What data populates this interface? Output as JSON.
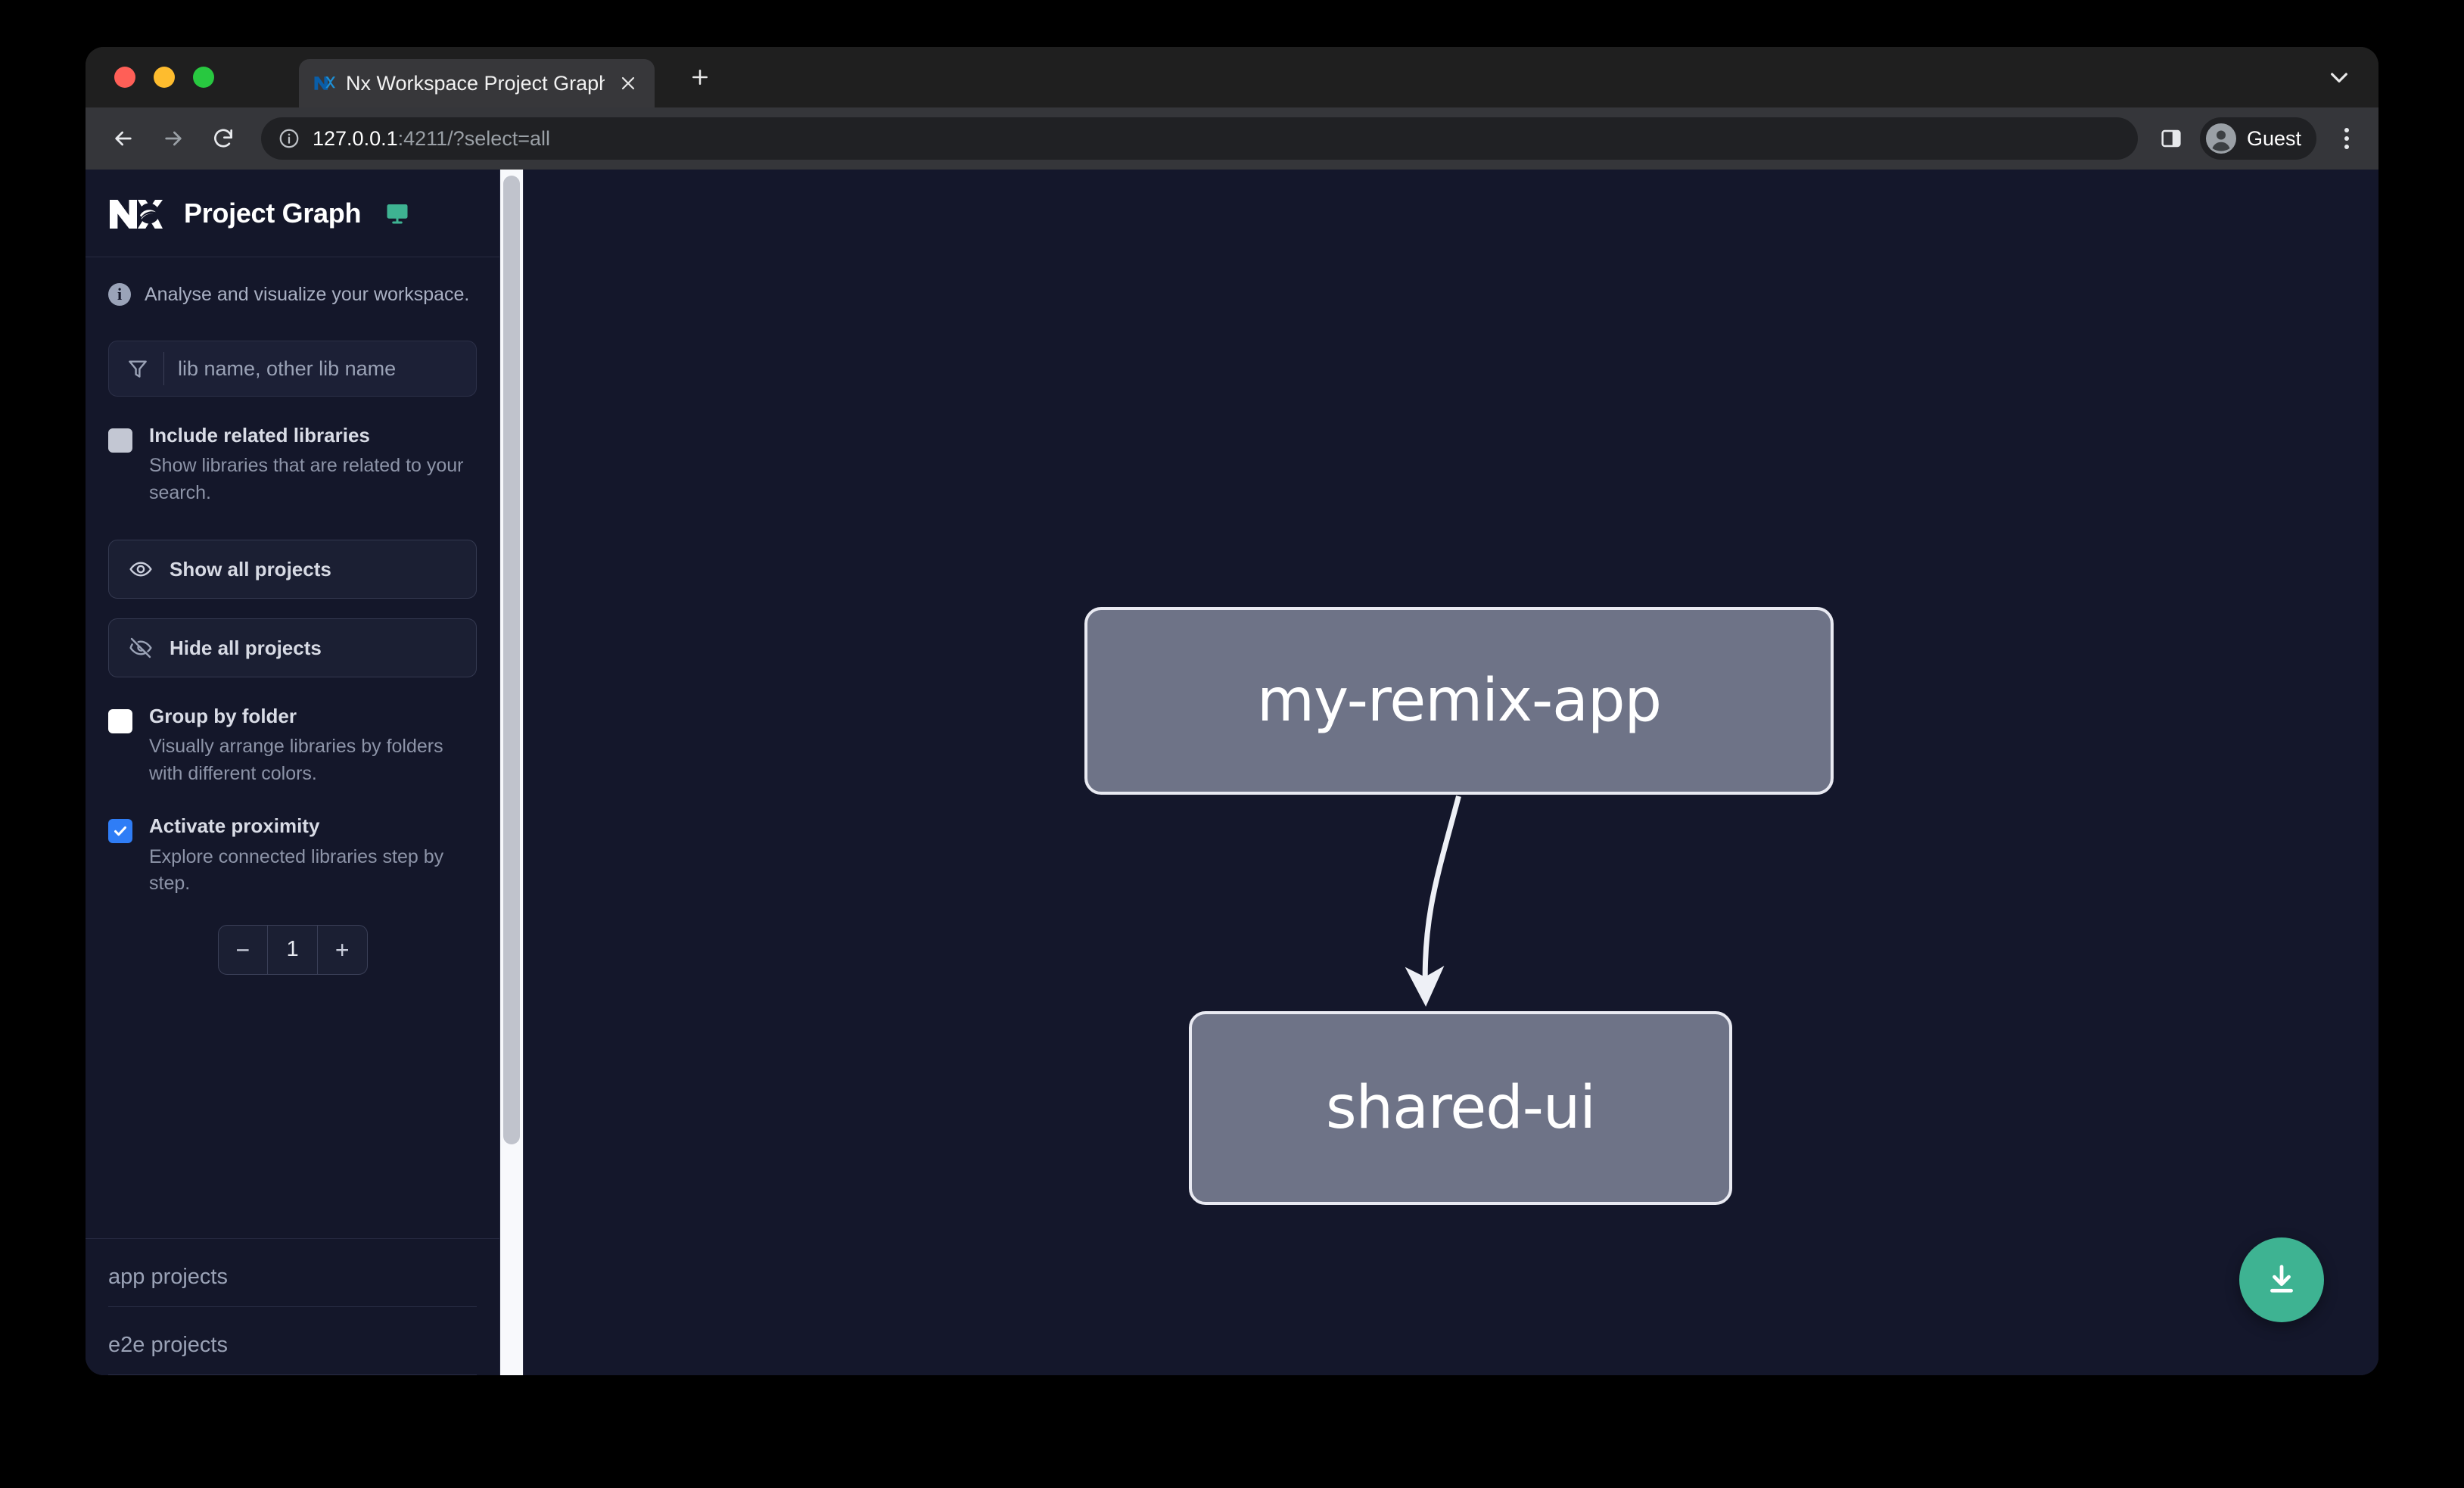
{
  "browser": {
    "tab": {
      "title": "Nx Workspace Project Graph",
      "favicon": "nx-logo-icon",
      "close_icon": "close-icon"
    },
    "new_tab_label": "+",
    "tabstrip_chevron_icon": "chevron-down-icon",
    "toolbar": {
      "back_icon": "back-arrow-icon",
      "forward_icon": "forward-arrow-icon",
      "reload_icon": "reload-icon",
      "site_info_icon": "info-circle-icon",
      "url_host": "127.0.0.1",
      "url_rest": ":4211/?select=all",
      "side_panel_icon": "side-panel-icon",
      "profile_name": "Guest",
      "profile_avatar_icon": "person-avatar-icon",
      "menu_icon": "three-dot-menu-icon"
    }
  },
  "sidebar": {
    "logo_icon": "nx-logo-icon",
    "title": "Project Graph",
    "display_mode_icon": "monitor-icon",
    "subtitle": "Analyse and visualize your workspace.",
    "search": {
      "icon": "filter-funnel-icon",
      "placeholder": "lib name, other lib name",
      "value": ""
    },
    "options": [
      {
        "name": "include-related-libraries",
        "label": "Include related libraries",
        "description": "Show libraries that are related to your search.",
        "state": "disabled"
      },
      {
        "name": "group-by-folder",
        "label": "Group by folder",
        "description": "Visually arrange libraries by folders with different colors.",
        "state": "unchecked"
      },
      {
        "name": "activate-proximity",
        "label": "Activate proximity",
        "description": "Explore connected libraries step by step.",
        "state": "checked"
      }
    ],
    "buttons": [
      {
        "name": "show-all-projects",
        "label": "Show all projects",
        "icon": "eye-icon"
      },
      {
        "name": "hide-all-projects",
        "label": "Hide all projects",
        "icon": "eye-slash-icon"
      }
    ],
    "stepper": {
      "decrement_label": "−",
      "value": "1",
      "increment_label": "+"
    },
    "project_groups": [
      {
        "name": "app-projects",
        "label": "app projects"
      },
      {
        "name": "e2e-projects",
        "label": "e2e projects"
      }
    ],
    "scrollbar": {
      "name": "sidebar-scrollbar"
    }
  },
  "graph": {
    "nodes": [
      {
        "id": "my-remix-app",
        "label": "my-remix-app"
      },
      {
        "id": "shared-ui",
        "label": "shared-ui"
      }
    ],
    "edges": [
      {
        "from": "my-remix-app",
        "to": "shared-ui"
      }
    ],
    "download_button": {
      "name": "download-image-button",
      "icon": "download-icon"
    }
  },
  "colors": {
    "canvas_background": "#14172b",
    "sidebar_background": "#14172a",
    "node_fill": "#6e7387",
    "node_border": "#e9eaf2",
    "accent_checkbox": "#2f7df6",
    "download_button": "#3eb392",
    "edge_stroke": "#eef0f6"
  }
}
